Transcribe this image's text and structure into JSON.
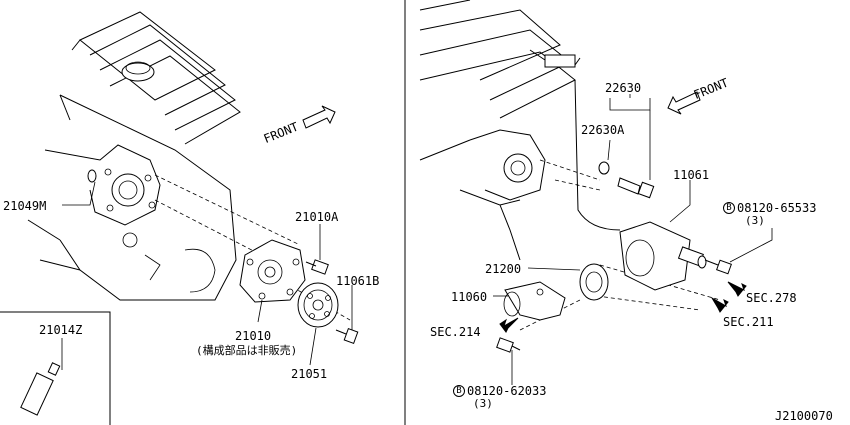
{
  "left_panel": {
    "front_label": "FRONT",
    "callouts": {
      "p21049M": "21049M",
      "p21010A": "21010A",
      "p11061B": "11061B",
      "p21010": "21010",
      "p21010_note": "(構成部品は非販売)",
      "p21051": "21051",
      "p21014Z": "21014Z"
    }
  },
  "right_panel": {
    "front_label": "FRONT",
    "callouts": {
      "p22630": "22630",
      "p22630A": "22630A",
      "p11061": "11061",
      "p21200": "21200",
      "p11060": "11060",
      "bolt_upper_prefix": "B",
      "bolt_upper": "08120-65533",
      "bolt_upper_qty": "(3)",
      "bolt_lower_prefix": "B",
      "bolt_lower": "08120-62033",
      "bolt_lower_qty": "(3)",
      "sec278": "SEC.278",
      "sec211": "SEC.211",
      "sec214": "SEC.214"
    }
  },
  "diagram_id": "J2100070"
}
